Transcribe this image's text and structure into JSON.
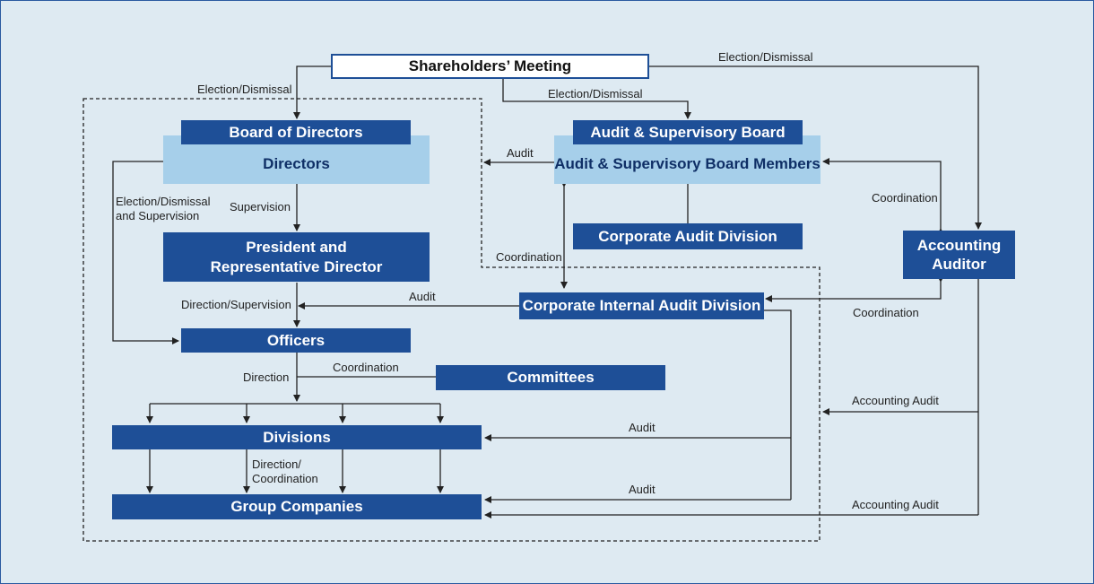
{
  "nodes": {
    "shareholders": "Shareholders’ Meeting",
    "board": "Board of Directors",
    "directors": "Directors",
    "audit_board": "Audit & Supervisory Board",
    "audit_board_members": "Audit & Supervisory Board Members",
    "corporate_audit": "Corporate Audit Division",
    "president": "President and\nRepresentative Director",
    "accounting_auditor": "Accounting\nAuditor",
    "internal_audit": "Corporate Internal Audit Division",
    "officers": "Officers",
    "committees": "Committees",
    "divisions": "Divisions",
    "group_companies": "Group Companies"
  },
  "labels": {
    "election_dismissal_left": "Election/Dismissal",
    "election_dismissal_mid": "Election/Dismissal",
    "election_dismissal_right": "Election/Dismissal",
    "audit_to_directors": "Audit",
    "election_dismissal_supervision": "Election/Dismissal\nand Supervision",
    "supervision": "Supervision",
    "coordination_board_auditor": "Coordination",
    "coordination_board_internal": "Coordination",
    "audit_to_president": "Audit",
    "direction_supervision": "Direction/Supervision",
    "coordination_internal_auditor": "Coordination",
    "direction": "Direction",
    "coordination_committees": "Coordination",
    "accounting_audit_1": "Accounting Audit",
    "audit_divisions": "Audit",
    "direction_coordination": "Direction/\nCoordination",
    "audit_group": "Audit",
    "accounting_audit_2": "Accounting Audit"
  },
  "colors": {
    "dark_box": "#1e4f97",
    "light_box": "#a6cfea",
    "background": "#deeaf2"
  }
}
